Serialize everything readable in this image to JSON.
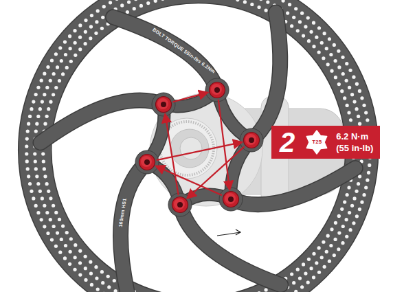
{
  "diagram": {
    "nodes": [
      {
        "text": [
          "2",
          "6.2 N·m",
          "(55 in-lb)"
        ]
      },
      {
        "text": [
          "T25"
        ],
        "in": 0
      }
    ],
    "labels": [
      "BOLT TORQUE 55in-lbs 6.2Nm",
      "160mm HS1"
    ]
  }
}
